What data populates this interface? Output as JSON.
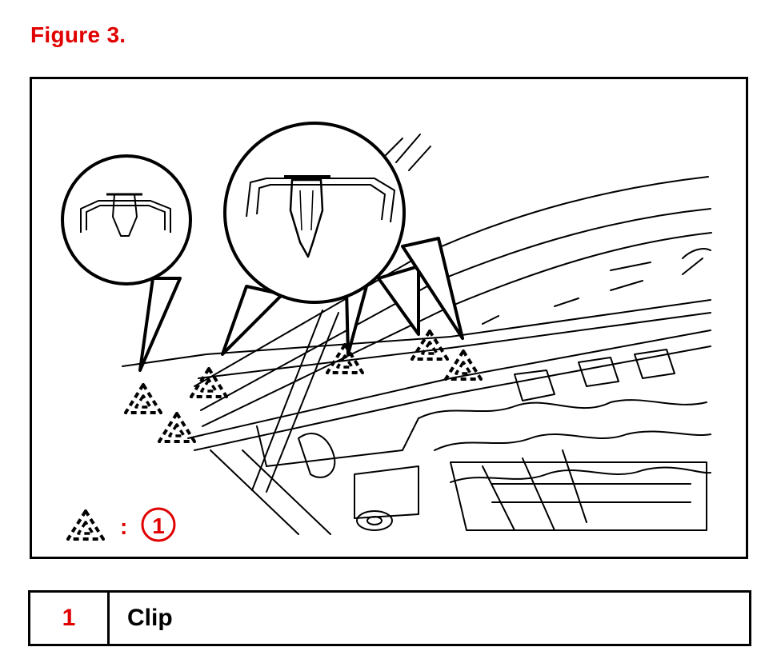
{
  "figure": {
    "title": "Figure 3.",
    "accent_color": "#e10000",
    "callout_number": "1",
    "legend_separator": ":",
    "legend_icon": "dashed-triangle-icon",
    "detail_icons": [
      "clip-detail-small",
      "clip-detail-large"
    ]
  },
  "parts_table": {
    "rows": [
      {
        "number": "1",
        "label": "Clip"
      }
    ]
  }
}
